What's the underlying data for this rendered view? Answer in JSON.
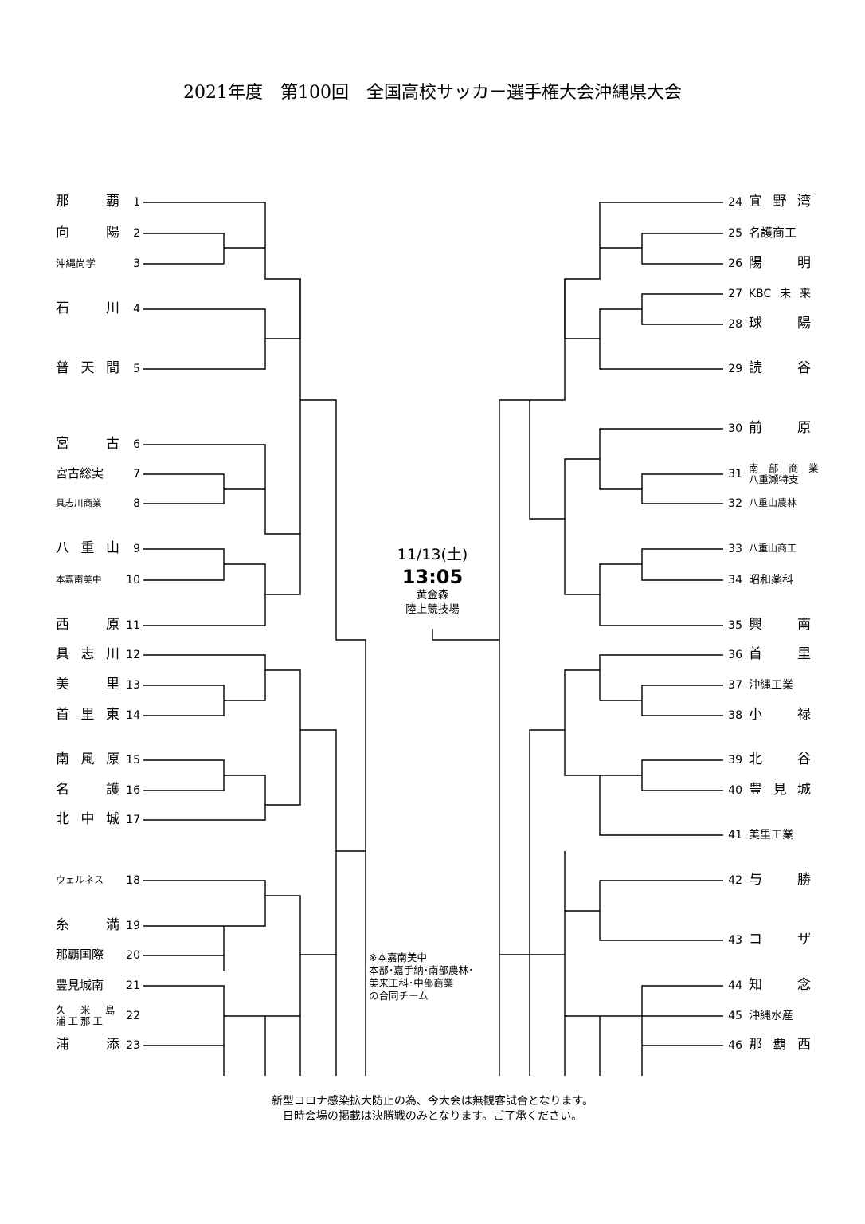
{
  "title": "2021年度　第100回　全国高校サッカー選手権大会沖縄県大会",
  "final": {
    "date": "11/13(土)",
    "time": "13:05",
    "venue_line1": "黄金森",
    "venue_line2": "陸上競技場"
  },
  "note": [
    "※本嘉南美中",
    "本部･嘉手納･南部農林･",
    "美来工科･中部商業",
    "の合同チーム"
  ],
  "footer": [
    "新型コロナ感染拡大防止の為、今大会は無観客試合となります。",
    "日時会場の掲載は決勝戦のみとなります。ご了承ください。"
  ],
  "teams_left": [
    {
      "num": "1",
      "name": [
        "那",
        "覇"
      ]
    },
    {
      "num": "2",
      "name": [
        "向",
        "陽"
      ]
    },
    {
      "num": "3",
      "name": [
        "沖縄尚学"
      ]
    },
    {
      "num": "4",
      "name": [
        "石",
        "川"
      ]
    },
    {
      "num": "5",
      "name": [
        "普",
        "天",
        "間"
      ]
    },
    {
      "num": "6",
      "name": [
        "宮",
        "古"
      ]
    },
    {
      "num": "7",
      "name": [
        "宮古総実"
      ]
    },
    {
      "num": "8",
      "name": [
        "具志川商業"
      ]
    },
    {
      "num": "9",
      "name": [
        "八",
        "重",
        "山"
      ]
    },
    {
      "num": "10",
      "name": [
        "本嘉南美中"
      ]
    },
    {
      "num": "11",
      "name": [
        "西",
        "原"
      ]
    },
    {
      "num": "12",
      "name": [
        "具",
        "志",
        "川"
      ]
    },
    {
      "num": "13",
      "name": [
        "美",
        "里"
      ]
    },
    {
      "num": "14",
      "name": [
        "首",
        "里",
        "東"
      ]
    },
    {
      "num": "15",
      "name": [
        "南",
        "風",
        "原"
      ]
    },
    {
      "num": "16",
      "name": [
        "名",
        "護"
      ]
    },
    {
      "num": "17",
      "name": [
        "北",
        "中",
        "城"
      ]
    },
    {
      "num": "18",
      "name": [
        "ウェルネス"
      ]
    },
    {
      "num": "19",
      "name": [
        "糸",
        "満"
      ]
    },
    {
      "num": "20",
      "name": [
        "那覇国際"
      ]
    },
    {
      "num": "21",
      "name": [
        "豊見城南"
      ]
    },
    {
      "num": "22",
      "name": [
        "久　米　島",
        "浦工那工"
      ]
    },
    {
      "num": "23",
      "name": [
        "浦",
        "添"
      ]
    }
  ],
  "teams_right": [
    {
      "num": "24",
      "name": [
        "宜",
        "野",
        "湾"
      ]
    },
    {
      "num": "25",
      "name": [
        "名護商工"
      ]
    },
    {
      "num": "26",
      "name": [
        "陽",
        "明"
      ]
    },
    {
      "num": "27",
      "name": [
        "KBC",
        "未",
        "来"
      ]
    },
    {
      "num": "28",
      "name": [
        "球",
        "陽"
      ]
    },
    {
      "num": "29",
      "name": [
        "読",
        "谷"
      ]
    },
    {
      "num": "30",
      "name": [
        "前",
        "原"
      ]
    },
    {
      "num": "31",
      "name": [
        "南　部　商　業",
        "八重瀬特支"
      ]
    },
    {
      "num": "32",
      "name": [
        "八重山農林"
      ]
    },
    {
      "num": "33",
      "name": [
        "八重山商工"
      ]
    },
    {
      "num": "34",
      "name": [
        "昭和薬科"
      ]
    },
    {
      "num": "35",
      "name": [
        "興",
        "南"
      ]
    },
    {
      "num": "36",
      "name": [
        "首",
        "里"
      ]
    },
    {
      "num": "37",
      "name": [
        "沖縄工業"
      ]
    },
    {
      "num": "38",
      "name": [
        "小",
        "禄"
      ]
    },
    {
      "num": "39",
      "name": [
        "北",
        "谷"
      ]
    },
    {
      "num": "40",
      "name": [
        "豊",
        "見",
        "城"
      ]
    },
    {
      "num": "41",
      "name": [
        "美里工業"
      ]
    },
    {
      "num": "42",
      "name": [
        "与",
        "勝"
      ]
    },
    {
      "num": "43",
      "name": [
        "コ",
        "ザ"
      ]
    },
    {
      "num": "44",
      "name": [
        "知",
        "念"
      ]
    },
    {
      "num": "45",
      "name": [
        "沖縄水産"
      ]
    },
    {
      "num": "46",
      "name": [
        "那",
        "覇",
        "西"
      ]
    }
  ]
}
